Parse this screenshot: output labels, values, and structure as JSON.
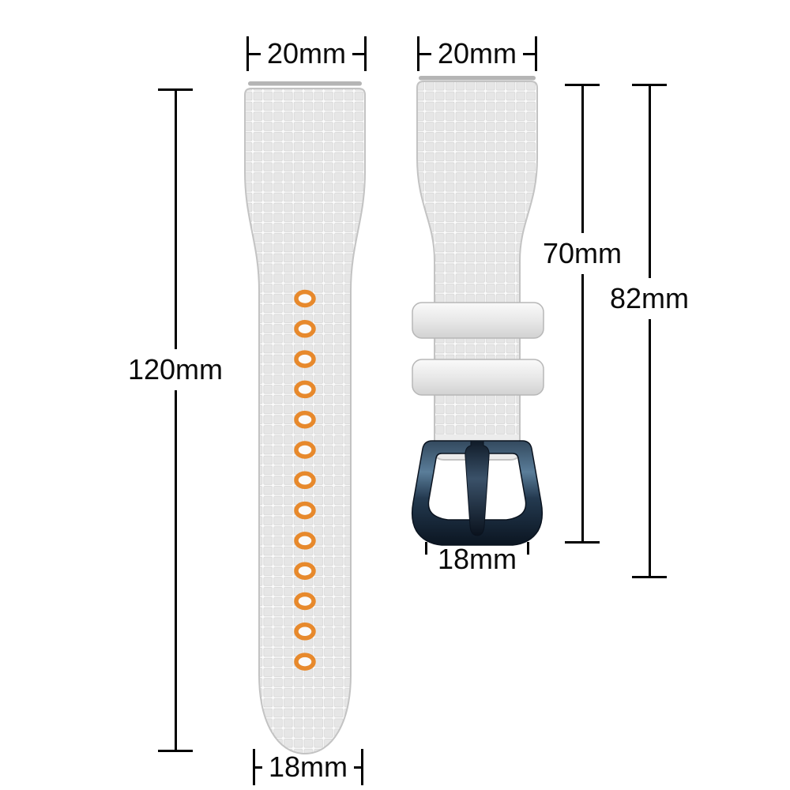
{
  "diagram": {
    "type": "watch-strap-dimension-diagram",
    "dims": {
      "top_left": "20mm",
      "top_right": "20mm",
      "left_length": "120mm",
      "right_strap_length": "70mm",
      "right_total_length": "82mm",
      "bottom_left_width": "18mm",
      "buckle_width": "18mm"
    },
    "hole_count": 13,
    "colors": {
      "strap": "#ececec",
      "strap_groove": "#fbfbfb",
      "hole_accent": "#e7892c",
      "buckle_dark": "#0b1521",
      "buckle_light": "#5a7d99",
      "dimension_line": "#000000",
      "background": "#ffffff"
    }
  }
}
